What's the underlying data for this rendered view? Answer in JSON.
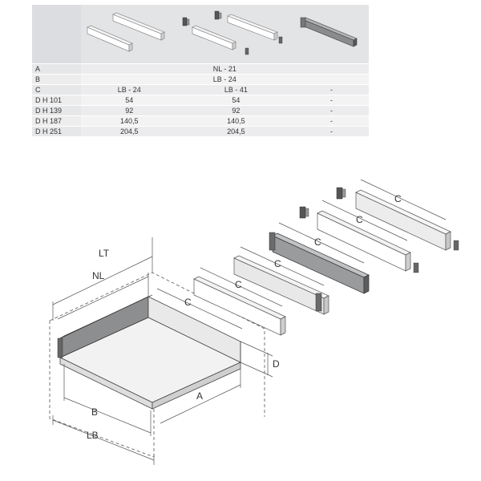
{
  "table": {
    "rows": [
      {
        "label": "A",
        "merged": "NL - 21"
      },
      {
        "label": "B",
        "merged": "LB - 24"
      },
      {
        "label": "C",
        "col1": "LB - 24",
        "col2": "LB - 41",
        "col3": "-"
      },
      {
        "label": "D  H 101",
        "col1": "54",
        "col2": "54",
        "col3": "-"
      },
      {
        "label": "D  H 139",
        "col1": "92",
        "col2": "92",
        "col3": "-"
      },
      {
        "label": "D  H 187",
        "col1": "140,5",
        "col2": "140,5",
        "col3": "-"
      },
      {
        "label": "D  H 251",
        "col1": "204,5",
        "col2": "204,5",
        "col3": "-"
      }
    ]
  },
  "diagram": {
    "labels": {
      "lt": "LT",
      "nl": "NL",
      "c": "C",
      "d": "D",
      "a": "A",
      "b": "B",
      "lb": "LB"
    }
  }
}
